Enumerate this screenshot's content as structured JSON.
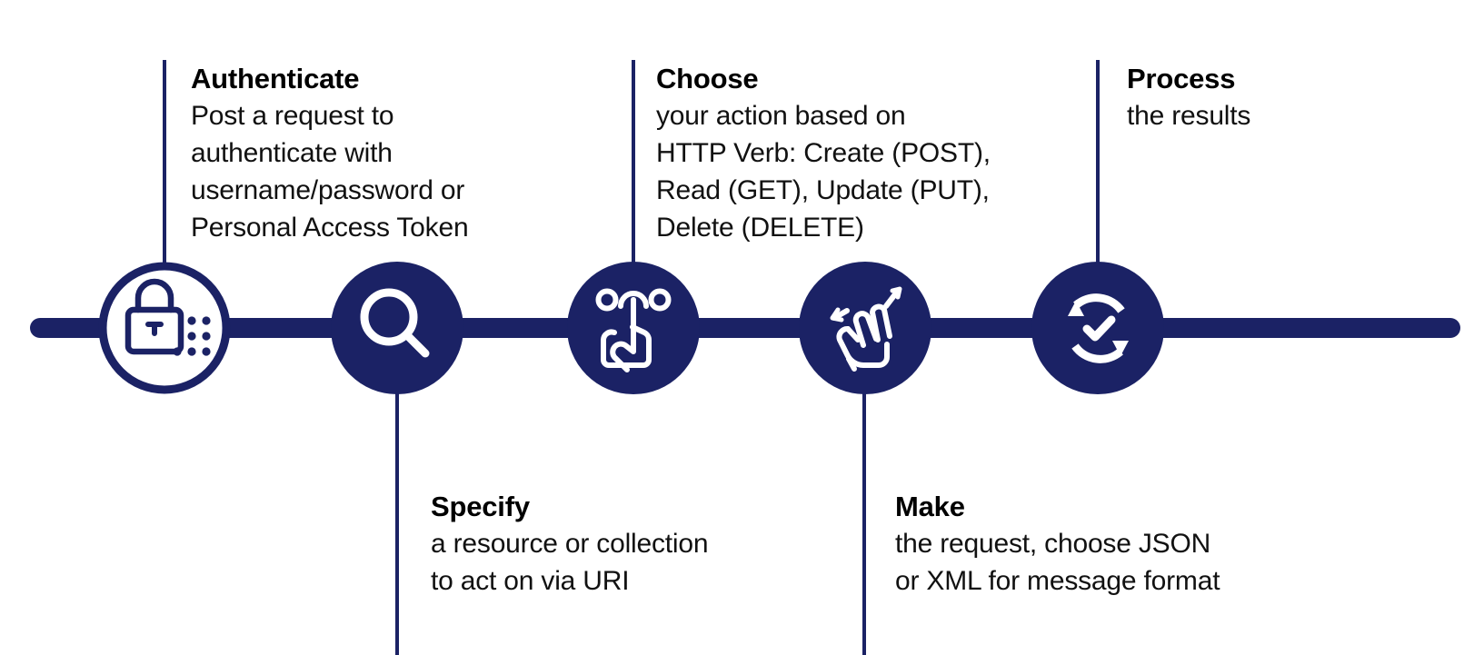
{
  "theme": {
    "navy": "#1b2265",
    "background": "#ffffff",
    "text": "#000000"
  },
  "diagram": {
    "type": "horizontal-timeline",
    "step_count": 5
  },
  "steps": [
    {
      "id": "authenticate",
      "order": 1,
      "title": "Authenticate",
      "icon": "lock-keypad-icon",
      "icon_style": "outlined-circle",
      "callout_position": "above",
      "lines": [
        "Post a request to",
        "authenticate with",
        "username/password or",
        "Personal Access Token"
      ]
    },
    {
      "id": "specify",
      "order": 2,
      "title": "Specify",
      "icon": "magnifier-icon",
      "icon_style": "filled-circle",
      "callout_position": "below",
      "lines": [
        "a resource or collection",
        "to act on via URI"
      ]
    },
    {
      "id": "choose",
      "order": 3,
      "title": "Choose",
      "icon": "pointing-hand-select-icon",
      "icon_style": "filled-circle",
      "callout_position": "above",
      "lines": [
        "your action based on",
        "HTTP Verb: Create (POST),",
        "Read (GET), Update (PUT),",
        "Delete (DELETE)"
      ]
    },
    {
      "id": "make",
      "order": 4,
      "title": "Make",
      "icon": "swipe-gesture-hand-icon",
      "icon_style": "filled-circle",
      "callout_position": "below",
      "lines": [
        "the request, choose JSON",
        "or XML for message format"
      ]
    },
    {
      "id": "process",
      "order": 5,
      "title": "Process",
      "icon": "refresh-check-icon",
      "icon_style": "filled-circle",
      "callout_position": "above",
      "lines": [
        "the results"
      ]
    }
  ]
}
